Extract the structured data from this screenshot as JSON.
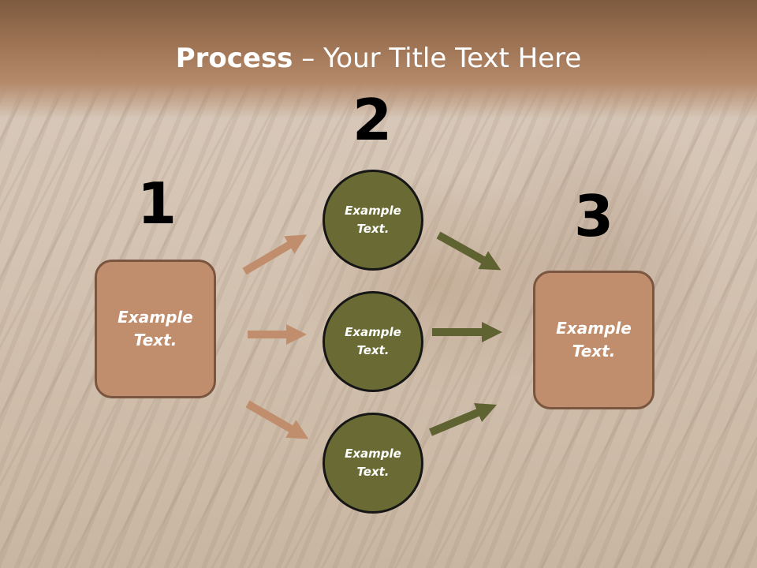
{
  "title": {
    "bold": "Process",
    "rest": " – Your Title Text Here"
  },
  "steps": [
    {
      "number": "1",
      "text": "Example Text."
    },
    {
      "number": "2",
      "text": "Example Text."
    },
    {
      "number": "3",
      "text": "Example Text."
    }
  ],
  "circles": [
    {
      "text": "Example Text."
    },
    {
      "text": "Example Text."
    },
    {
      "text": "Example Text."
    }
  ],
  "colors": {
    "title_band": "#9c7253",
    "box_fill": "#c08e6d",
    "box_border": "#7a5640",
    "circle_fill": "#6a6b34",
    "circle_border": "#161616",
    "arrow_tan": "#c08e6d",
    "arrow_olive": "#5f6231"
  }
}
